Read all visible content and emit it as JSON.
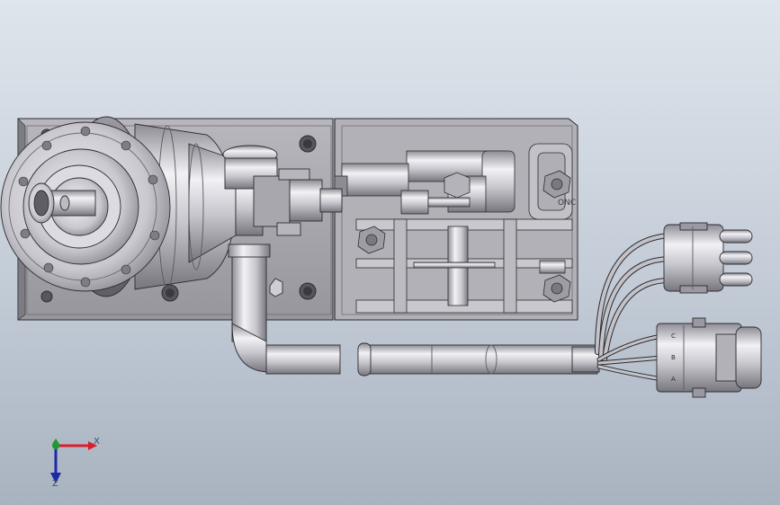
{
  "viewport": {
    "background_top": "#dfe5ec",
    "background_bottom": "#a9b3c0"
  },
  "model": {
    "colors": {
      "plate": "#a7a6ac",
      "plate_edge": "#6f6e75",
      "metal_light": "#eceaf0",
      "metal_mid": "#bdbbc3",
      "metal_dark": "#7b7a82",
      "outline": "#2c2c30"
    },
    "engravings": {
      "connector_pin_c": "C",
      "connector_pin_b": "B",
      "connector_pin_a": "A",
      "casting_text": "ONC"
    }
  },
  "triad": {
    "x_label": "X",
    "z_label": "Z",
    "x_color": "#d8202a",
    "y_color": "#1f9a2e",
    "z_color": "#1b2aa8"
  }
}
